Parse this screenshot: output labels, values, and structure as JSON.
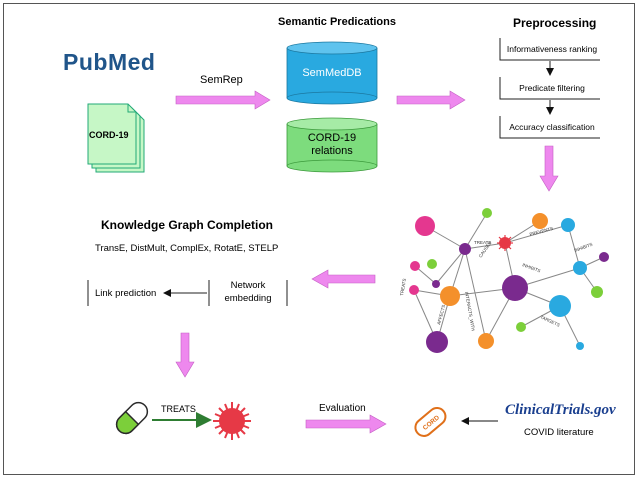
{
  "pubmed": {
    "logo_text": "PubMed"
  },
  "cord_doc": {
    "label": "CORD-19"
  },
  "semrep": {
    "label": "SemRep"
  },
  "semantic_predications": {
    "title": "Semantic Predications",
    "semmeddb": "SemMedDB",
    "cord_relations_line1": "CORD-19",
    "cord_relations_line2": "relations"
  },
  "preprocessing": {
    "title": "Preprocessing",
    "steps": [
      "Informativeness ranking",
      "Predicate filtering",
      "Accuracy classification"
    ]
  },
  "kgc": {
    "title": "Knowledge Graph Completion",
    "models": "TransE, DistMult, ComplEx, RotatE, STELP",
    "link_prediction": "Link prediction",
    "network_line1": "Network",
    "network_line2": "embedding"
  },
  "graph": {
    "edge_labels": [
      "TREATS",
      "CAUSES",
      "PREVENTS",
      "INHIBITS",
      "AFFECTS",
      "INTERACTS_WITH",
      "TREATS",
      "INHIBITS",
      "TARGETS"
    ]
  },
  "bottom": {
    "treats": "TREATS",
    "evaluation": "Evaluation",
    "clinical_trials": "ClinicalTrials.gov",
    "covid_literature": "COVID literature",
    "pill_text": "CORD"
  },
  "colors": {
    "arrow_pink": "#ee88ee",
    "treats_green": "#2e7d32",
    "virus_red": "#e63946",
    "db_blue": "#29a9e0",
    "db_green": "#7ddc7d",
    "pubmed_blue": "#20558a",
    "clinical_blue": "#1a3f8f"
  }
}
